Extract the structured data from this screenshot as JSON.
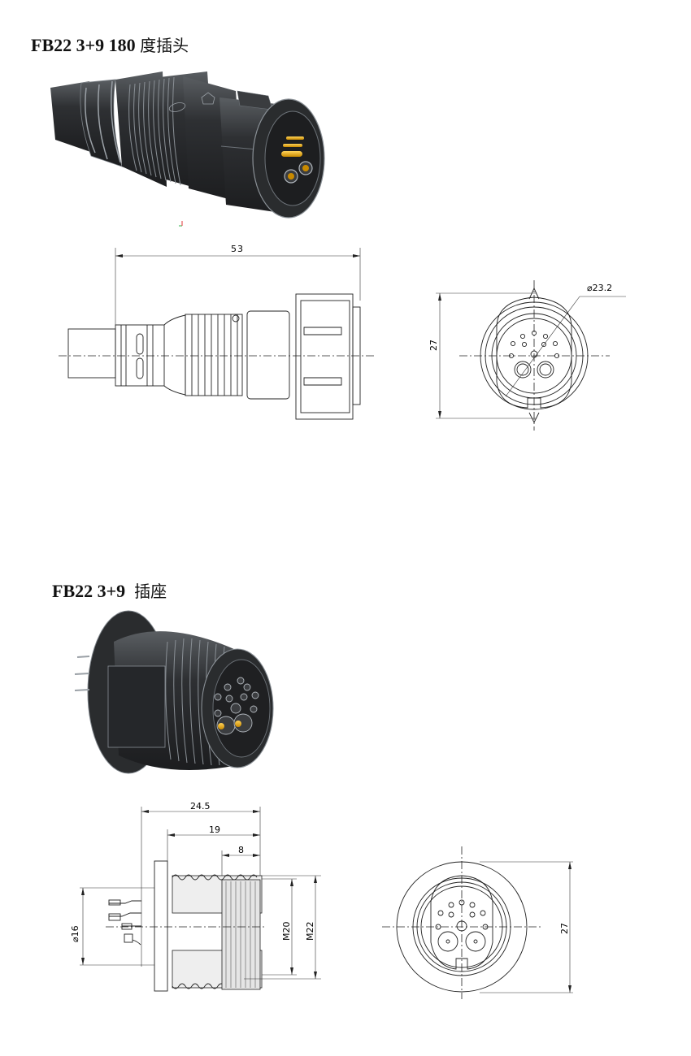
{
  "plug": {
    "title_model": "FB22 3+9 180 ",
    "title_cn": "度插头",
    "render_alt": "3D render of black FB22 180-degree cable plug with gold pins",
    "side_view": {
      "length_label": "53"
    },
    "front_view": {
      "diameter_label": "⌀23.2",
      "height_label": "27"
    }
  },
  "socket": {
    "title_model": "FB22 3+9  ",
    "title_cn": "插座",
    "render_alt": "3D render of black FB22 threaded panel socket with gold contacts",
    "side_view": {
      "overall_length_label": "24.5",
      "thread_length_label": "19",
      "front_thread_label": "8",
      "pin_diameter_label": "⌀16",
      "m20_label": "M20",
      "m22_label": "M22"
    },
    "front_view": {
      "height_label": "27"
    }
  },
  "colors": {
    "body": "#2b2d2f",
    "highlight": "#8a9096",
    "pin_gold": "#e8a317",
    "line": "#222222"
  }
}
